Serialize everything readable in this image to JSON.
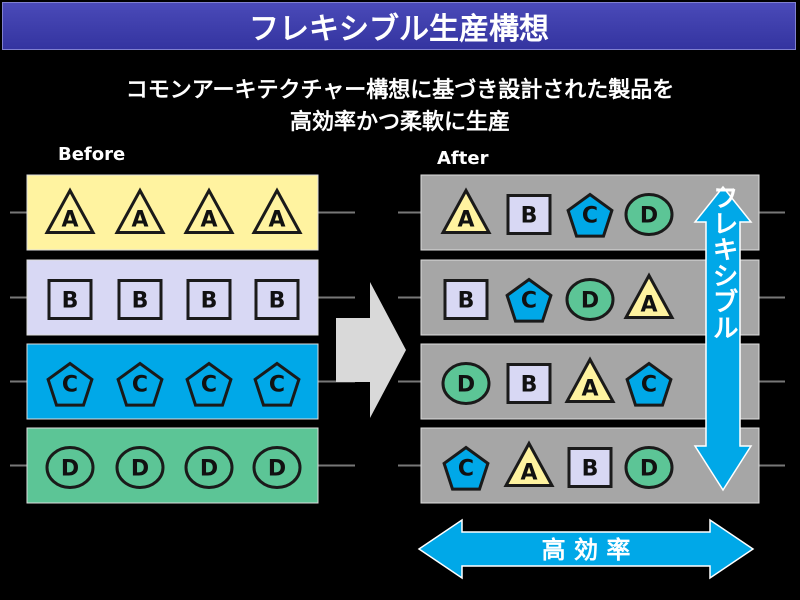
{
  "title": "フレキシブル生産構想",
  "subtitle_line1": "コモンアーキテクチャー構想に基づき設計された製品を",
  "subtitle_line2": "高効率かつ柔軟に生産",
  "before_label": "Before",
  "after_label": "After",
  "flexible_label": "フレキシブル",
  "efficiency_label": "高 効 率",
  "colors": {
    "A": "#fff3a0",
    "B": "#d8d8f4",
    "C": "#00a8e8",
    "D": "#5cc596",
    "after_row": "#a6a6a6",
    "arrow": "#00a8e8",
    "title_bar": "#3c3ca8"
  },
  "before_rows": [
    [
      "A",
      "A",
      "A",
      "A"
    ],
    [
      "B",
      "B",
      "B",
      "B"
    ],
    [
      "C",
      "C",
      "C",
      "C"
    ],
    [
      "D",
      "D",
      "D",
      "D"
    ]
  ],
  "after_rows": [
    [
      "A",
      "B",
      "C",
      "D"
    ],
    [
      "B",
      "C",
      "D",
      "A"
    ],
    [
      "D",
      "B",
      "A",
      "C"
    ],
    [
      "C",
      "A",
      "B",
      "D"
    ]
  ]
}
